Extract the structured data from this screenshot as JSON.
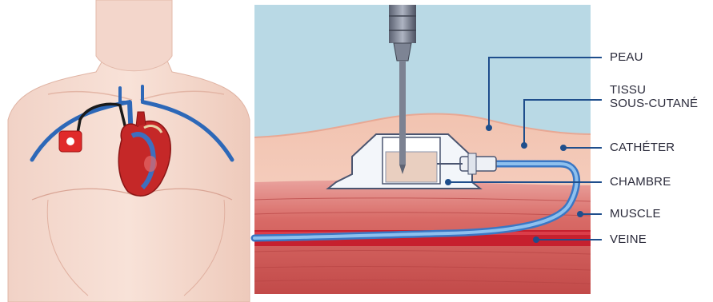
{
  "labels": {
    "peau": "PEAU",
    "tissu_line1": "TISSU",
    "tissu_line2": "SOUS-CUTANÉ",
    "catheter": "CATHÉTER",
    "chambre": "CHAMBRE",
    "muscle": "MUSCLE",
    "veine": "VEINE"
  },
  "colors": {
    "leader_line": "#1f4e8c",
    "catheter": "#5b9bd5",
    "vein": "#c0182a",
    "skin": "#f3c7b8",
    "muscle": "#d96060",
    "sky": "#b7d9e6"
  },
  "icons": {
    "needle": "needle-icon",
    "port": "implantable-port-icon",
    "heart": "heart-icon"
  }
}
